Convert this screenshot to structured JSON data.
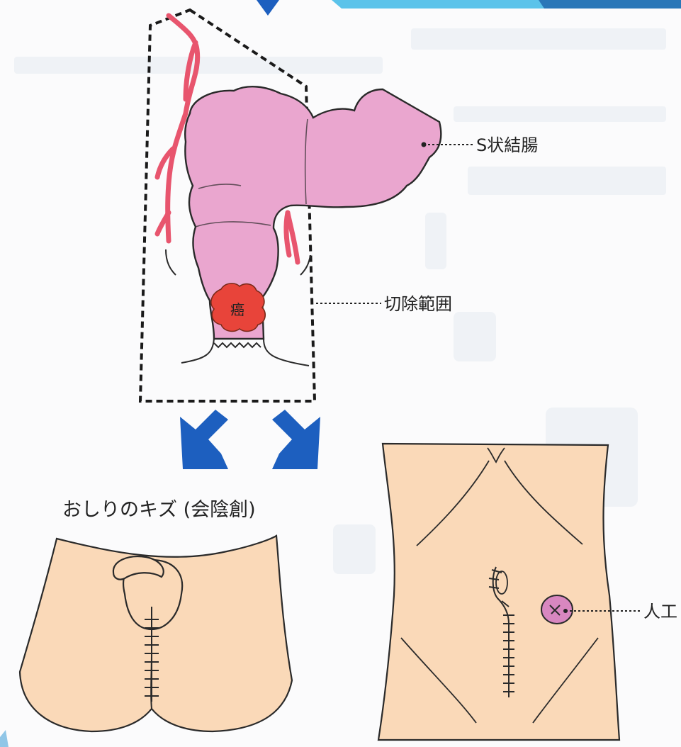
{
  "labels": {
    "sigmoid": "S状結腸",
    "resection": "切除範囲",
    "cancer": "癌",
    "perineal_wound": "おしりのキズ (会陰創)",
    "stoma": "人工"
  },
  "colors": {
    "background": "#fbfbfc",
    "colon": "#eaa6cf",
    "colon_outline": "#2a2a2a",
    "vessel": "#e8556e",
    "tumor": "#e8443a",
    "skin": "#fad9b8",
    "arrow": "#1d5fbf",
    "stoma": "#d887c0",
    "dashed_box": "#1a1a1a",
    "corner_banner_light": "#5bc3ea",
    "corner_banner_dark": "#2a77b8"
  },
  "icons": {
    "arrow_left": "arrow-down-left-icon",
    "arrow_right": "arrow-down-right-icon",
    "arrow_top": "arrow-down-icon"
  }
}
